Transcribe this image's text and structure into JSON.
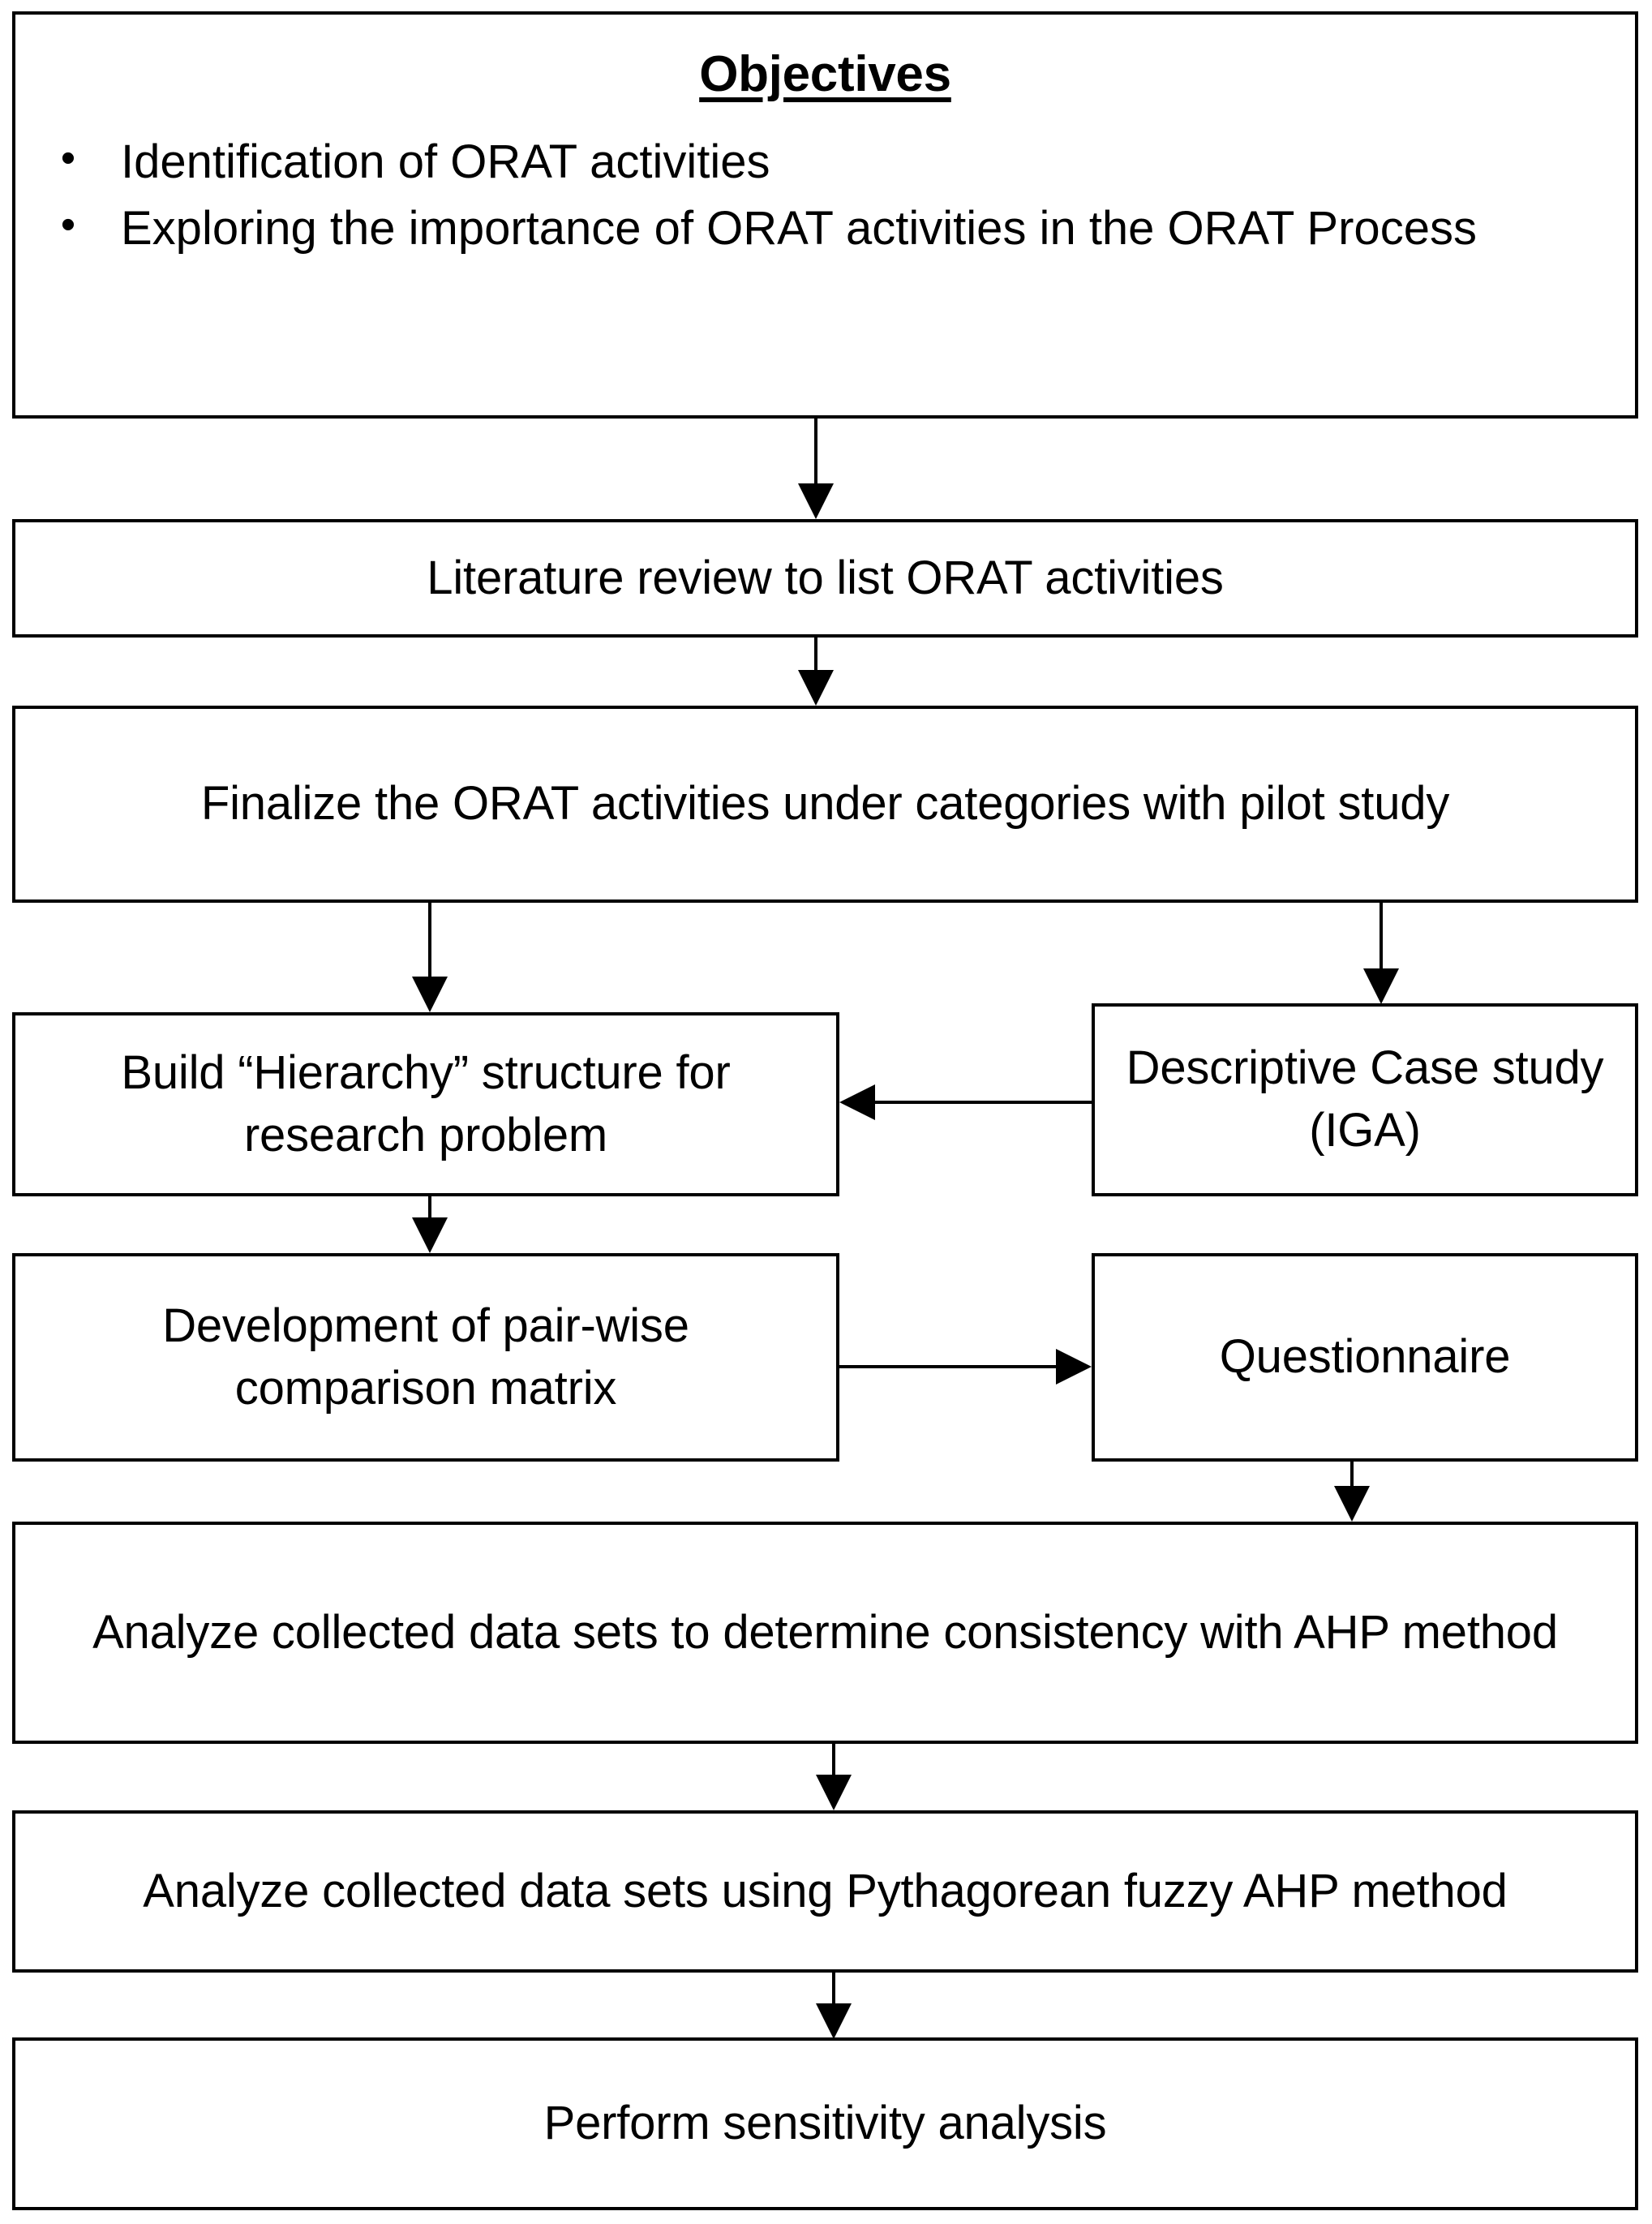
{
  "diagram": {
    "title": "Research methodology flowchart",
    "stroke_color": "#000000",
    "background_color": "#ffffff",
    "objectives": {
      "heading": "Objectives",
      "bullet_glyph": "•",
      "items": [
        "Identification of ORAT activities",
        "Exploring the importance of ORAT activities in the ORAT Process"
      ]
    },
    "nodes": [
      {
        "id": "literature",
        "label": "Literature review to list ORAT activities"
      },
      {
        "id": "finalize",
        "label": "Finalize the ORAT activities under categories with pilot study"
      },
      {
        "id": "hierarchy",
        "label": "Build “Hierarchy” structure for research problem"
      },
      {
        "id": "case-study",
        "label": "Descriptive Case study (IGA)"
      },
      {
        "id": "pairwise",
        "label": "Development of pair-wise comparison matrix"
      },
      {
        "id": "questionnaire",
        "label": "Questionnaire"
      },
      {
        "id": "analyze-ahp",
        "label": "Analyze collected data sets to determine consistency with AHP method"
      },
      {
        "id": "analyze-pfahp",
        "label": "Analyze collected data sets using Pythagorean fuzzy AHP method"
      },
      {
        "id": "sensitivity",
        "label": "Perform sensitivity analysis"
      }
    ],
    "edges": [
      {
        "from": "objectives",
        "to": "literature",
        "direction": "down"
      },
      {
        "from": "literature",
        "to": "finalize",
        "direction": "down"
      },
      {
        "from": "finalize",
        "to": "hierarchy",
        "direction": "down"
      },
      {
        "from": "finalize",
        "to": "case-study",
        "direction": "down"
      },
      {
        "from": "case-study",
        "to": "hierarchy",
        "direction": "left"
      },
      {
        "from": "hierarchy",
        "to": "pairwise",
        "direction": "down"
      },
      {
        "from": "pairwise",
        "to": "questionnaire",
        "direction": "right"
      },
      {
        "from": "questionnaire",
        "to": "analyze-ahp",
        "direction": "down"
      },
      {
        "from": "analyze-ahp",
        "to": "analyze-pfahp",
        "direction": "down"
      },
      {
        "from": "analyze-pfahp",
        "to": "sensitivity",
        "direction": "down"
      }
    ]
  }
}
